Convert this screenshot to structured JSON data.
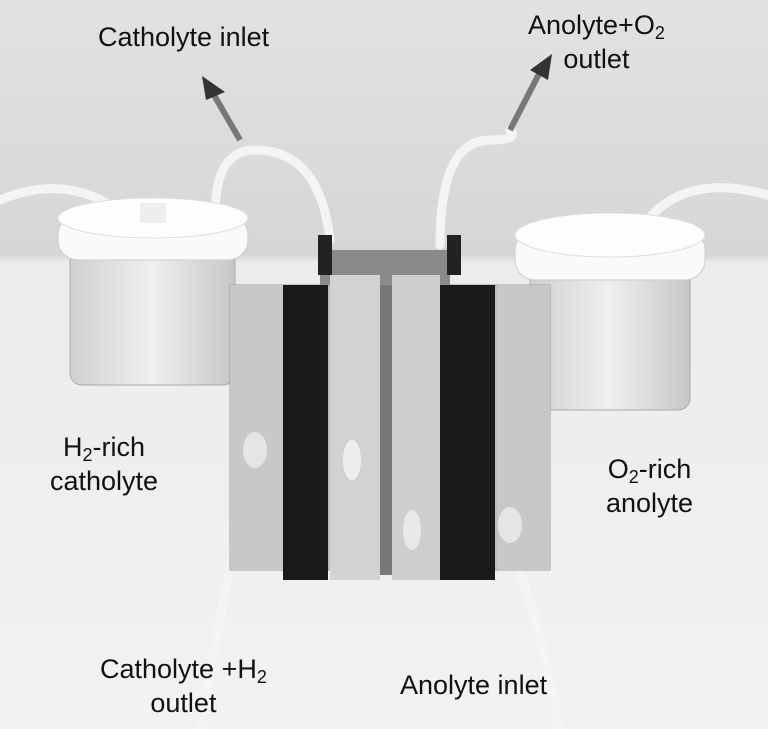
{
  "labels": {
    "catholyte_inlet": "Catholyte  inlet",
    "anolyte_outlet_line1_pre": "Anolyte+O",
    "anolyte_outlet_line1_sub": "2",
    "anolyte_outlet_line2": "outlet",
    "h2_rich_pre": "H",
    "h2_rich_sub": "2",
    "h2_rich_post": "-rich",
    "h2_rich_line2": "catholyte",
    "o2_rich_pre": "O",
    "o2_rich_sub": "2",
    "o2_rich_post": "-rich",
    "o2_rich_line2": "anolyte",
    "catholyte_outlet_pre": "Catholyte  +H",
    "catholyte_outlet_sub": "2",
    "catholyte_outlet_line2": "outlet",
    "anolyte_inlet": "Anolyte inlet"
  },
  "colors": {
    "background": "#e6e6e6",
    "gasket": "#1a1a1a",
    "body": "#b9b9b9"
  }
}
